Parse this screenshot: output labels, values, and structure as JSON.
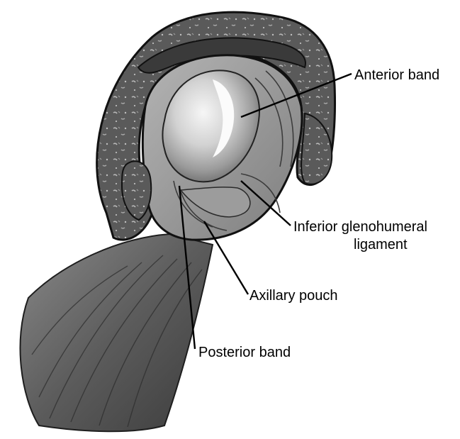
{
  "labels": {
    "anterior_band": "Anterior band",
    "inferior_ligament_line1": "Inferior glenohumeral",
    "inferior_ligament_line2": "ligament",
    "axillary_pouch": "Axillary pouch",
    "posterior_band": "Posterior band"
  },
  "colors": {
    "tissue_dark": "#4a4a4a",
    "tissue_mid": "#7a7a7a",
    "glenoid_light": "#d6d6d6",
    "highlight": "#f4f4f4",
    "ink": "#000000"
  }
}
